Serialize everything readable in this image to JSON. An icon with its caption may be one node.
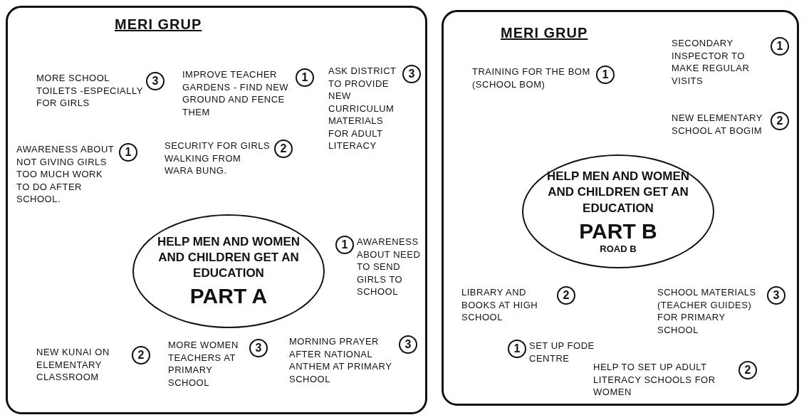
{
  "diagram": {
    "nodes": [
      {
        "text": [
          "MERI GRUP"
        ]
      },
      {
        "text": [
          "3"
        ],
        "in": 0,
        "beside": [
          "MORE SCHOOL TOILETS -ESPECIALLY FOR GIRLS"
        ]
      },
      {
        "text": [
          "1"
        ],
        "in": 0,
        "beside": [
          "IMPROVE TEACHER GARDENS - FIND NEW GROUND AND FENCE THEM"
        ]
      },
      {
        "text": [
          "3"
        ],
        "in": 0,
        "beside": [
          "ASK DISTRICT TO PROVIDE NEW CURRICULUM MATERIALS FOR ADULT LITERACY"
        ]
      },
      {
        "text": [
          "1"
        ],
        "in": 0,
        "beside": [
          "AWARENESS ABOUT NOT GIVING GIRLS TOO MUCH WORK TO DO AFTER SCHOOL."
        ]
      },
      {
        "text": [
          "2"
        ],
        "in": 0,
        "beside": [
          "SECURITY FOR GIRLS WALKING FROM WARA BUNG."
        ]
      },
      {
        "text": [
          "HELP MEN AND WOMEN AND CHILDREN GET AN EDUCATION",
          "PART A"
        ],
        "in": 0
      },
      {
        "text": [
          "1"
        ],
        "in": 0,
        "beside": [
          "AWARENESS ABOUT NEED TO SEND GIRLS TO SCHOOL"
        ]
      },
      {
        "text": [
          "2"
        ],
        "in": 0,
        "beside": [
          "NEW KUNAI ON ELEMENTARY CLASSROOM"
        ]
      },
      {
        "text": [
          "3"
        ],
        "in": 0,
        "beside": [
          "MORE WOMEN TEACHERS AT PRIMARY SCHOOL"
        ]
      },
      {
        "text": [
          "3"
        ],
        "in": 0,
        "beside": [
          "MORNING PRAYER AFTER NATIONAL ANTHEM AT PRIMARY SCHOOL"
        ]
      },
      {
        "text": [
          "MERI GRUP"
        ]
      },
      {
        "text": [
          "1"
        ],
        "in": 11,
        "beside": [
          "TRAINING FOR THE BOM (SCHOOL BOM)"
        ]
      },
      {
        "text": [
          "1"
        ],
        "in": 11,
        "beside": [
          "SECONDARY INSPECTOR TO MAKE REGULAR VISITS"
        ]
      },
      {
        "text": [
          "2"
        ],
        "in": 11,
        "beside": [
          "NEW ELEMENTARY SCHOOL AT BOGIM"
        ]
      },
      {
        "text": [
          "HELP MEN AND WOMEN AND CHILDREN GET AN EDUCATION",
          "PART B",
          "ROAD B"
        ],
        "in": 11
      },
      {
        "text": [
          "2"
        ],
        "in": 11,
        "beside": [
          "LIBRARY AND BOOKS AT HIGH SCHOOL"
        ]
      },
      {
        "text": [
          "3"
        ],
        "in": 11,
        "beside": [
          "SCHOOL MATERIALS (TEACHER GUIDES) FOR PRIMARY SCHOOL"
        ]
      },
      {
        "text": [
          "1"
        ],
        "in": 11,
        "beside": [
          "SET UP FODE CENTRE"
        ]
      },
      {
        "text": [
          "2"
        ],
        "in": 11,
        "beside": [
          "HELP TO SET UP ADULT LITERACY SCHOOLS FOR WOMEN"
        ]
      }
    ]
  }
}
